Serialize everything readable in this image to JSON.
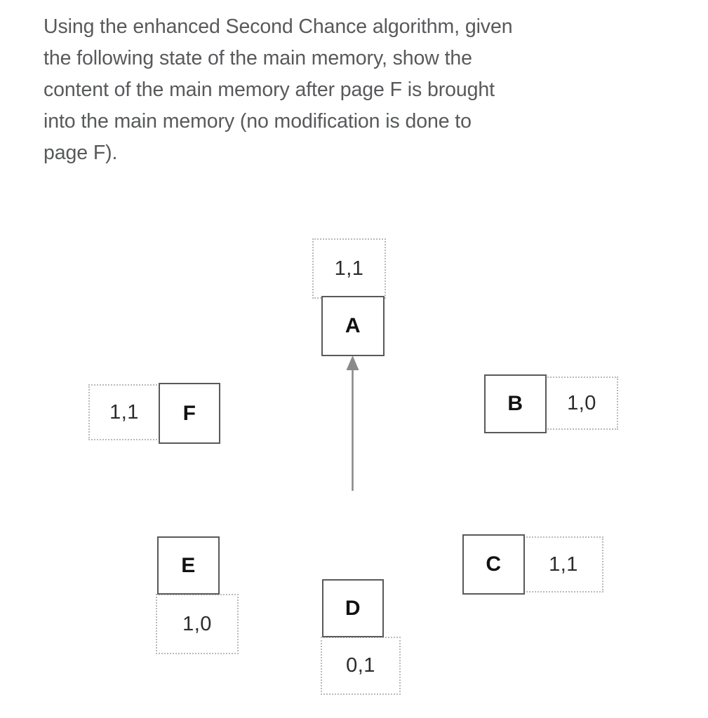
{
  "question": {
    "text": "Using the enhanced Second Chance algorithm, given\nthe following state of the main memory, show the\ncontent of the main memory after page F is brought\ninto the main memory (no modification is done to\npage F)."
  },
  "diagram": {
    "type": "memory-frame-diagram",
    "bits_format": "reference,modify",
    "colors": {
      "box_border": "#58595b",
      "label_border": "#b9b9b9",
      "letter": "#111111",
      "bits_text": "#2b2b2b",
      "arrow": "#8a8a8a",
      "question_text": "#58595b",
      "background": "#ffffff"
    },
    "frames": [
      {
        "page": "A",
        "bits": "1,1",
        "label_position": "above"
      },
      {
        "page": "F",
        "bits": "1,1",
        "label_position": "left"
      },
      {
        "page": "B",
        "bits": "1,0",
        "label_position": "right"
      },
      {
        "page": "C",
        "bits": "1,1",
        "label_position": "right"
      },
      {
        "page": "E",
        "bits": "1,0",
        "label_position": "below"
      },
      {
        "page": "D",
        "bits": "0,1",
        "label_position": "below"
      }
    ],
    "arrow": {
      "name": "incoming-page-arrow",
      "points_to": "A",
      "direction": "up"
    }
  }
}
